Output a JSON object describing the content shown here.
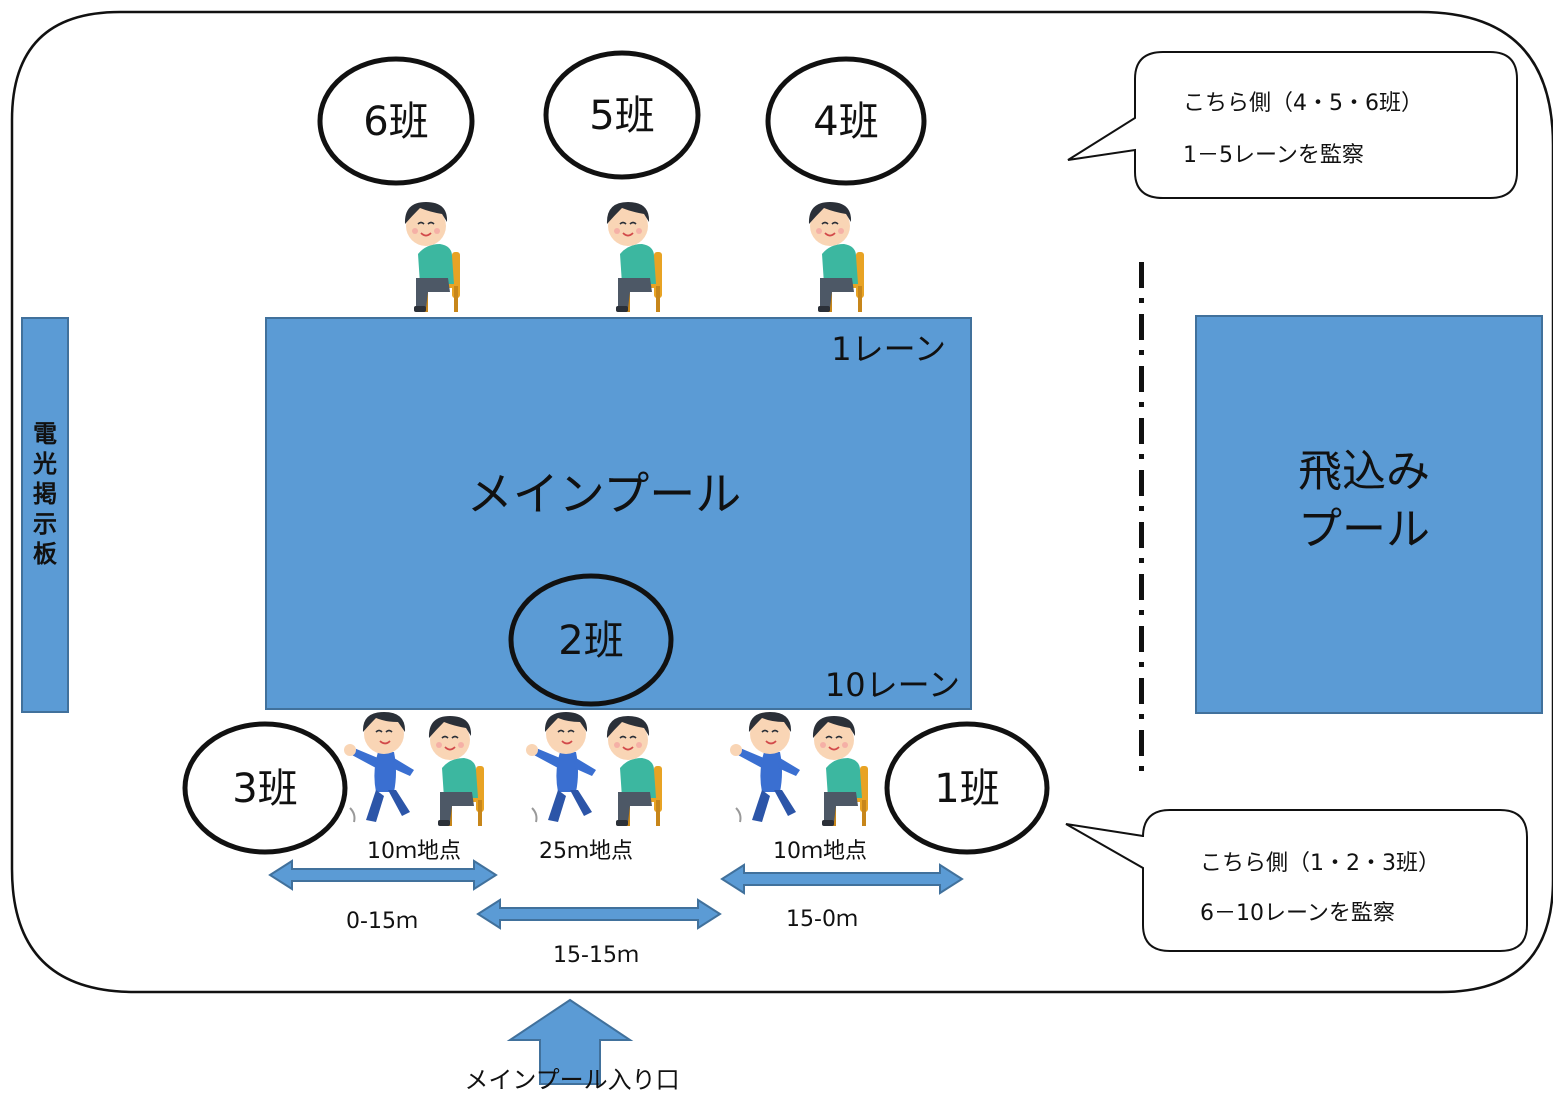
{
  "board_label": "電光掲示板",
  "main_pool": {
    "label": "メインプール",
    "lane_top": "1レーン",
    "lane_bottom": "10レーン"
  },
  "dive_pool": {
    "label_line1": "飛込み",
    "label_line2": "プール"
  },
  "groups": {
    "g1": "1班",
    "g2": "2班",
    "g3": "3班",
    "g4": "4班",
    "g5": "5班",
    "g6": "6班"
  },
  "callout_top": {
    "line1": "こちら側（4・5・6班）",
    "line2": "1－5レーンを監察"
  },
  "callout_bottom": {
    "line1": "こちら側（1・2・3班）",
    "line2": "6－10レーンを監察"
  },
  "points": {
    "left": "10ｍ地点",
    "center": "25ｍ地点",
    "right": "10ｍ地点"
  },
  "ranges": {
    "left": "0-15ｍ",
    "center": "15-15ｍ",
    "right": "15-0ｍ"
  },
  "entrance_label": "メインプール入り口",
  "colors": {
    "pool_fill": "#5b9bd5",
    "pool_stroke": "#41719c",
    "skin": "#f9d5b5",
    "hair": "#2b3038",
    "shirt_green": "#3cb7a0",
    "shirt_blue": "#3a6fd1",
    "chair": "#e8a324",
    "pants": "#4d5866"
  },
  "icons": {
    "seated_person": "seated-person-icon",
    "running_person": "running-person-icon",
    "arrow": "double-arrow-icon",
    "entrance_arrow": "up-arrow-icon"
  }
}
